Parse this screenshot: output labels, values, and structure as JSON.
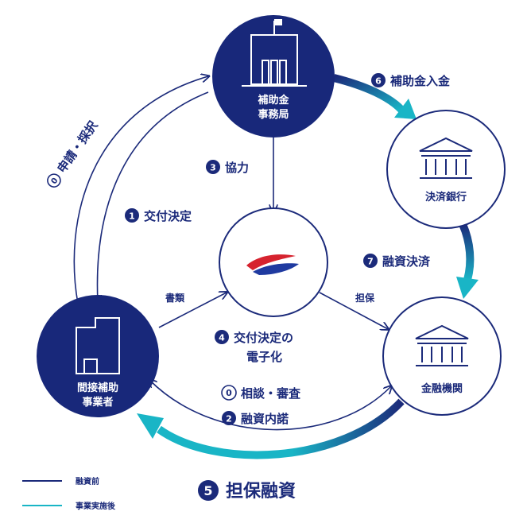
{
  "colors": {
    "navy": "#1b2a7a",
    "navy_fill": "#18287a",
    "teal": "#19b5c6",
    "white": "#ffffff"
  },
  "nodes": {
    "office": {
      "line1": "補助金",
      "line2": "事務局",
      "icon": "office-building-icon"
    },
    "settlement_bank": {
      "label": "決済銀行",
      "icon": "bank-icon"
    },
    "financial_institution": {
      "label": "金融機関",
      "icon": "bank-icon"
    },
    "business": {
      "line1": "間接補助",
      "line2": "事業者",
      "icon": "building-outline-icon"
    },
    "center": {
      "icon": "brand-logo-icon"
    }
  },
  "steps": {
    "apply": {
      "num": "0",
      "text": "申請・採択"
    },
    "decision": {
      "num": "1",
      "text": "交付決定"
    },
    "cooperation": {
      "num": "3",
      "text": "協力"
    },
    "digitize": {
      "num": "4",
      "text1": "交付決定の",
      "text2": "電子化"
    },
    "consult": {
      "num": "0",
      "text": "相談・審査"
    },
    "approval": {
      "num": "2",
      "text": "融資内諾"
    },
    "loan": {
      "num": "5",
      "text": "担保融資"
    },
    "payment": {
      "num": "6",
      "text": "補助金入金"
    },
    "settlement": {
      "num": "7",
      "text": "融資決済"
    }
  },
  "labels": {
    "documents": "書類",
    "collateral": "担保"
  },
  "legend": [
    {
      "label": "融資前",
      "color": "#1b2a7a"
    },
    {
      "label": "事業実施後",
      "color": "#19b5c6"
    }
  ]
}
